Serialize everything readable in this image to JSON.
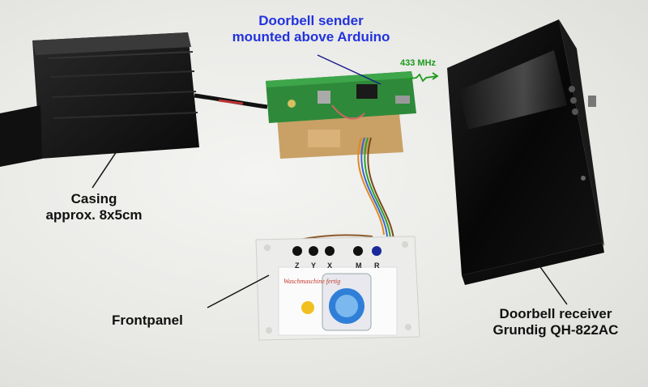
{
  "labels": {
    "sender_line1": "Doorbell sender",
    "sender_line2": "mounted above Arduino",
    "frequency": "433 MHz",
    "casing_line1": "Casing",
    "casing_line2": "approx. 8x5cm",
    "frontpanel": "Frontpanel",
    "receiver_line1": "Doorbell receiver",
    "receiver_line2": "Grundig QH-822AC"
  },
  "buttons": [
    "Z",
    "Y",
    "X",
    "M",
    "R"
  ],
  "sticker_text": "Waschmaschine fertig",
  "colors": {
    "label_black": "#111111",
    "label_blue": "#2233dd",
    "label_green": "#1c9a1c",
    "pcb_green": "#2e8a3a",
    "stripboard": "#c9a066"
  }
}
